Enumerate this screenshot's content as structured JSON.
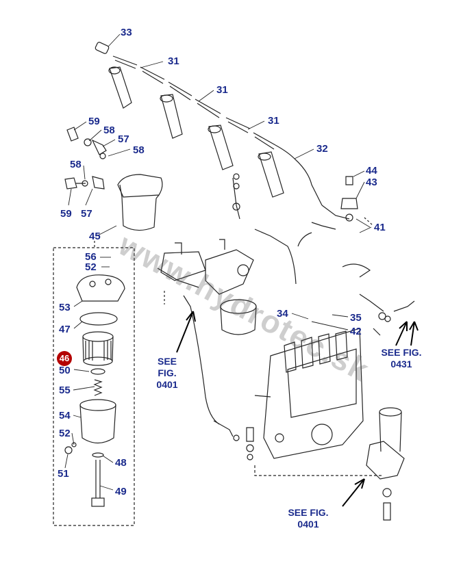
{
  "watermark": "www.hydrotec.sk",
  "highlight_color": "#b40000",
  "label_color": "#1a2a8c",
  "highlighted_part": "46",
  "callouts": {
    "c33": "33",
    "c31a": "31",
    "c31b": "31",
    "c31c": "31",
    "c32": "32",
    "c59a": "59",
    "c58a": "58",
    "c57a": "57",
    "c58b": "58",
    "c58c": "58",
    "c59b": "59",
    "c57b": "57",
    "c45": "45",
    "c44": "44",
    "c43": "43",
    "c41": "41",
    "c56": "56",
    "c52a": "52",
    "c53": "53",
    "c47": "47",
    "c50": "50",
    "c55": "55",
    "c54": "54",
    "c52b": "52",
    "c51": "51",
    "c48": "48",
    "c49": "49",
    "c34": "34",
    "c35": "35",
    "c42": "42"
  },
  "see_fig": {
    "left": {
      "l1": "SEE",
      "l2": "FIG.",
      "l3": "0401"
    },
    "right": {
      "l1": "SEE FIG.",
      "l2": "0431"
    },
    "bottom": {
      "l1": "SEE FIG.",
      "l2": "0401"
    }
  }
}
